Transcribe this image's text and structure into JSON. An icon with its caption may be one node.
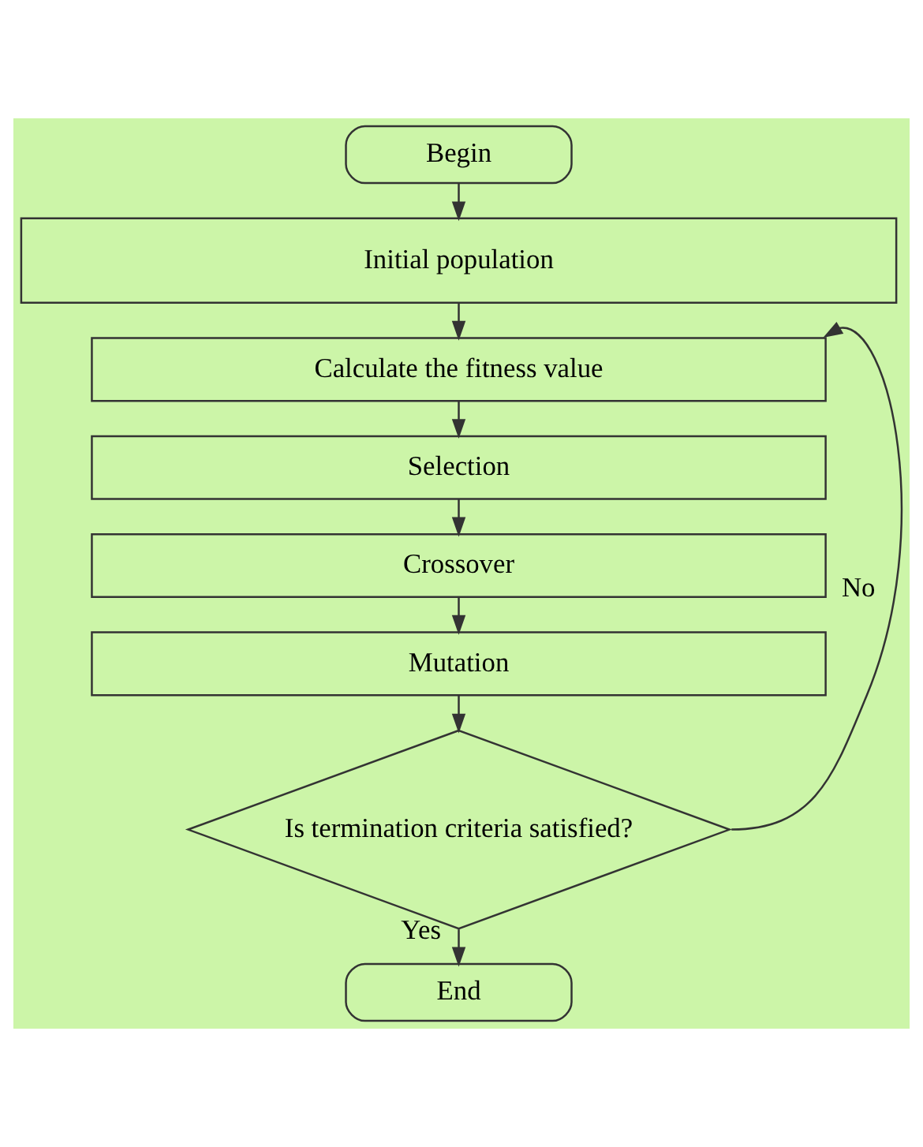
{
  "diagram": {
    "nodes": [
      {
        "text": [
          "Begin"
        ]
      },
      {
        "text": [
          "Initial population"
        ]
      },
      {
        "text": [
          "Calculate the fitness value"
        ]
      },
      {
        "text": [
          "Selection"
        ]
      },
      {
        "text": [
          "Crossover"
        ]
      },
      {
        "text": [
          "Mutation"
        ]
      },
      {
        "text": [
          "Is termination criteria satisfied?"
        ]
      },
      {
        "text": [
          "End"
        ]
      }
    ],
    "edges": [
      {
        "from": 0,
        "to": 1,
        "arrow": "to"
      },
      {
        "from": 1,
        "to": 2,
        "arrow": "to"
      },
      {
        "from": 2,
        "to": 3,
        "arrow": "to"
      },
      {
        "from": 3,
        "to": 4,
        "arrow": "to"
      },
      {
        "from": 4,
        "to": 5,
        "arrow": "to"
      },
      {
        "from": 5,
        "to": 6,
        "arrow": "to"
      },
      {
        "from": 6,
        "to": 2,
        "arrow": "to",
        "label": "No"
      },
      {
        "from": 6,
        "to": 7,
        "arrow": "to",
        "label": "Yes"
      }
    ]
  }
}
